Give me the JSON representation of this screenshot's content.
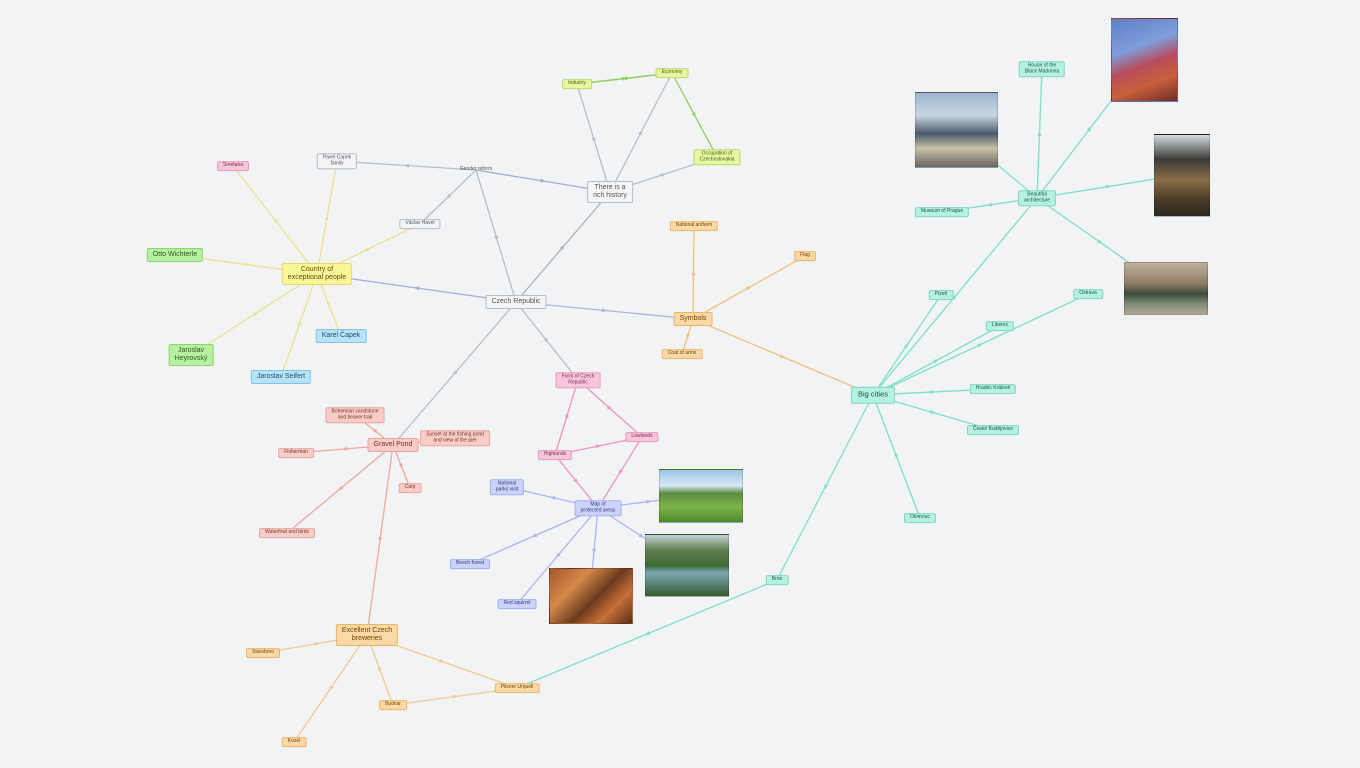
{
  "nodes": [
    {
      "id": "czech",
      "label": "Czech Republic",
      "color": "gray",
      "size": "big"
    },
    {
      "id": "history",
      "label": "There is a\nrich history",
      "color": "gray",
      "size": "big"
    },
    {
      "id": "country",
      "label": "Country of\nexceptional people",
      "color": "yellow",
      "size": "big"
    },
    {
      "id": "symbols",
      "label": "Symbols",
      "color": "orange",
      "size": "big"
    },
    {
      "id": "bigcities",
      "label": "Big cities",
      "color": "teal",
      "size": "hub"
    },
    {
      "id": "beautiful",
      "label": "Beautiful\narchitecture",
      "color": "teal",
      "size": "normal"
    },
    {
      "id": "gravel",
      "label": "Gravel Pond",
      "color": "salmon",
      "size": "big"
    },
    {
      "id": "breweries",
      "label": "Excellent Czech\nbreweries",
      "color": "orange",
      "size": "big"
    },
    {
      "id": "forms",
      "label": "Form of Czech\nRepublic",
      "color": "pink",
      "size": "normal"
    },
    {
      "id": "protected",
      "label": "Map of\nprotected areas",
      "color": "periw",
      "size": "normal"
    },
    {
      "id": "economy",
      "label": "Economy",
      "color": "lime",
      "size": "normal"
    },
    {
      "id": "industry",
      "label": "Industry",
      "color": "lime",
      "size": "normal"
    },
    {
      "id": "occupation",
      "label": "Occupation of\nCzechoslovakia",
      "color": "lime",
      "size": "normal"
    },
    {
      "id": "gender",
      "label": "Gender reform",
      "color": "plain",
      "size": "normal"
    },
    {
      "id": "capek_family",
      "label": "Pavel Capek\nfamily",
      "color": "gray",
      "size": "normal"
    },
    {
      "id": "havel",
      "label": "Václav Havel",
      "color": "gray",
      "size": "normal"
    },
    {
      "id": "smetana",
      "label": "Smetana",
      "color": "pink",
      "size": "normal"
    },
    {
      "id": "wichterle",
      "label": "Otto Wichterle",
      "color": "green",
      "size": "big"
    },
    {
      "id": "heyrovsky",
      "label": "Jaroslav\nHeyrovský",
      "color": "green",
      "size": "big"
    },
    {
      "id": "capek",
      "label": "Karel Čapek",
      "color": "blue",
      "size": "big"
    },
    {
      "id": "seifert",
      "label": "Jaroslav Seifert",
      "color": "blue",
      "size": "big"
    },
    {
      "id": "national",
      "label": "National anthem",
      "color": "orange",
      "size": "normal"
    },
    {
      "id": "flag",
      "label": "Flag",
      "color": "orange",
      "size": "normal"
    },
    {
      "id": "coat",
      "label": "Coat of arms",
      "color": "orange",
      "size": "normal"
    },
    {
      "id": "house_dance",
      "label": "House of the\nBlack Madonna",
      "color": "teal",
      "size": "normal"
    },
    {
      "id": "museum",
      "label": "Museum of Prague",
      "color": "teal",
      "size": "normal"
    },
    {
      "id": "ostrava",
      "label": "Ostrava",
      "color": "teal",
      "size": "normal"
    },
    {
      "id": "plzen",
      "label": "Plzeň",
      "color": "teal",
      "size": "normal"
    },
    {
      "id": "hradec",
      "label": "Hradec Králové",
      "color": "teal",
      "size": "normal"
    },
    {
      "id": "ceske",
      "label": "České Budějovice",
      "color": "teal",
      "size": "normal"
    },
    {
      "id": "liberec",
      "label": "Liberec",
      "color": "teal",
      "size": "normal"
    },
    {
      "id": "olomouc",
      "label": "Olomouc",
      "color": "teal",
      "size": "normal"
    },
    {
      "id": "brno",
      "label": "Brno",
      "color": "teal",
      "size": "normal"
    },
    {
      "id": "pilsner",
      "label": "Pilsner Urquell",
      "color": "orange",
      "size": "normal"
    },
    {
      "id": "starobrno",
      "label": "Starobrno",
      "color": "orange",
      "size": "normal"
    },
    {
      "id": "budvar",
      "label": "Budvar",
      "color": "orange",
      "size": "normal"
    },
    {
      "id": "kozel",
      "label": "Kozel",
      "color": "orange",
      "size": "normal"
    },
    {
      "id": "bohemian",
      "label": "Bohemian sandstone\nand beaver trail",
      "color": "salmon",
      "size": "normal"
    },
    {
      "id": "sunset",
      "label": "Sunset at the fishing pond\nand view of the pier",
      "color": "salmon",
      "size": "normal"
    },
    {
      "id": "fisherman",
      "label": "Fisherman",
      "color": "salmon",
      "size": "normal"
    },
    {
      "id": "carp",
      "label": "Carp",
      "color": "salmon",
      "size": "normal"
    },
    {
      "id": "waterfowl",
      "label": "Waterfowl and birds",
      "color": "salmon",
      "size": "normal"
    },
    {
      "id": "highlands",
      "label": "Highlands",
      "color": "pink",
      "size": "normal"
    },
    {
      "id": "lowlands",
      "label": "Lowlands",
      "color": "pink",
      "size": "normal"
    },
    {
      "id": "national_parks",
      "label": "National\nparks visit",
      "color": "periw",
      "size": "normal"
    },
    {
      "id": "beech",
      "label": "Beech forest",
      "color": "periw",
      "size": "normal"
    },
    {
      "id": "red_squirrel",
      "label": "Red squirrel",
      "color": "periw",
      "size": "normal"
    }
  ],
  "edges": [
    {
      "from": "czech",
      "to": "history",
      "color": "#a9b0c2"
    },
    {
      "from": "czech",
      "to": "gender",
      "color": "#b8bdc9"
    },
    {
      "from": "czech",
      "to": "country",
      "color": "#a7a9d9"
    },
    {
      "from": "czech",
      "to": "symbols",
      "color": "#b3b0e0"
    },
    {
      "from": "czech",
      "to": "gravel",
      "color": "#b8bdc9"
    },
    {
      "from": "czech",
      "to": "forms",
      "color": "#b8bdc9"
    },
    {
      "from": "gender",
      "to": "history",
      "color": "#a7a9d9"
    },
    {
      "from": "gender",
      "to": "capek_family",
      "color": "#b8bdc9"
    },
    {
      "from": "gender",
      "to": "havel",
      "color": "#b8bdc9"
    },
    {
      "from": "history",
      "to": "economy",
      "color": "#b8bdc9"
    },
    {
      "from": "history",
      "to": "industry",
      "color": "#b8bdc9"
    },
    {
      "from": "history",
      "to": "occupation",
      "color": "#b8bdc9"
    },
    {
      "from": "economy",
      "to": "industry",
      "color": "#8cd05f"
    },
    {
      "from": "industry",
      "to": "economy",
      "color": "#8cd05f"
    },
    {
      "from": "economy",
      "to": "occupation",
      "color": "#8cd05f"
    },
    {
      "from": "country",
      "to": "smetana",
      "color": "#ece28a"
    },
    {
      "from": "country",
      "to": "capek_family",
      "color": "#ece28a"
    },
    {
      "from": "country",
      "to": "havel",
      "color": "#ece28a"
    },
    {
      "from": "country",
      "to": "wichterle",
      "color": "#ece28a"
    },
    {
      "from": "country",
      "to": "heyrovsky",
      "color": "#ece28a"
    },
    {
      "from": "country",
      "to": "capek",
      "color": "#ece28a"
    },
    {
      "from": "country",
      "to": "seifert",
      "color": "#ece28a"
    },
    {
      "from": "symbols",
      "to": "national",
      "color": "#f2c07c"
    },
    {
      "from": "symbols",
      "to": "flag",
      "color": "#f2c07c"
    },
    {
      "from": "symbols",
      "to": "coat",
      "color": "#f2c07c"
    },
    {
      "from": "symbols",
      "to": "bigcities",
      "color": "#f2c07c"
    },
    {
      "from": "bigcities",
      "to": "beautiful",
      "color": "#7ee0c3"
    },
    {
      "from": "bigcities",
      "to": "ostrava",
      "color": "#7ee0c3"
    },
    {
      "from": "bigcities",
      "to": "plzen",
      "color": "#7ee0c3"
    },
    {
      "from": "bigcities",
      "to": "hradec",
      "color": "#7ee0c3"
    },
    {
      "from": "bigcities",
      "to": "ceske",
      "color": "#7ee0c3"
    },
    {
      "from": "bigcities",
      "to": "liberec",
      "color": "#7ee0c3"
    },
    {
      "from": "bigcities",
      "to": "olomouc",
      "color": "#7ee0c3"
    },
    {
      "from": "bigcities",
      "to": "brno",
      "color": "#7ee0c3"
    },
    {
      "from": "beautiful",
      "to": "house_dance",
      "color": "#7ee0c3"
    },
    {
      "from": "beautiful",
      "to": "museum",
      "color": "#7ee0c3"
    },
    {
      "from": "beautiful",
      "to": "photo_dance",
      "color": "#7ee0c3"
    },
    {
      "from": "beautiful",
      "to": "photo_building",
      "color": "#7ee0c3"
    },
    {
      "from": "beautiful",
      "to": "photo_interior",
      "color": "#7ee0c3"
    },
    {
      "from": "beautiful",
      "to": "photo_stadium",
      "color": "#7ee0c3"
    },
    {
      "from": "brno",
      "to": "pilsner",
      "color": "#7ee0c3"
    },
    {
      "from": "gravel",
      "to": "bohemian",
      "color": "#f0a79c"
    },
    {
      "from": "gravel",
      "to": "sunset",
      "color": "#f0a79c"
    },
    {
      "from": "gravel",
      "to": "fisherman",
      "color": "#f0a79c"
    },
    {
      "from": "gravel",
      "to": "carp",
      "color": "#f0a79c"
    },
    {
      "from": "gravel",
      "to": "waterfowl",
      "color": "#f0a79c"
    },
    {
      "from": "gravel",
      "to": "breweries",
      "color": "#f0a79c"
    },
    {
      "from": "breweries",
      "to": "starobrno",
      "color": "#f2c98f"
    },
    {
      "from": "breweries",
      "to": "budvar",
      "color": "#f2c98f"
    },
    {
      "from": "breweries",
      "to": "kozel",
      "color": "#f2c98f"
    },
    {
      "from": "breweries",
      "to": "pilsner",
      "color": "#f2c98f"
    },
    {
      "from": "budvar",
      "to": "pilsner",
      "color": "#f2c98f"
    },
    {
      "from": "forms",
      "to": "highlands",
      "color": "#ee94bb"
    },
    {
      "from": "forms",
      "to": "lowlands",
      "color": "#ee94bb"
    },
    {
      "from": "highlands",
      "to": "lowlands",
      "color": "#ee94bb"
    },
    {
      "from": "highlands",
      "to": "protected",
      "color": "#ee94bb"
    },
    {
      "from": "lowlands",
      "to": "protected",
      "color": "#ee94bb"
    },
    {
      "from": "protected",
      "to": "national_parks",
      "color": "#aab4f2"
    },
    {
      "from": "protected",
      "to": "beech",
      "color": "#aab4f2"
    },
    {
      "from": "protected",
      "to": "red_squirrel",
      "color": "#aab4f2"
    },
    {
      "from": "protected",
      "to": "photo_meadow",
      "color": "#aab4f2"
    },
    {
      "from": "protected",
      "to": "photo_river",
      "color": "#aab4f2"
    },
    {
      "from": "protected",
      "to": "photo_forest",
      "color": "#aab4f2"
    }
  ],
  "photos": [
    {
      "id": "photo_dance",
      "kind": "dancing-house-photo"
    },
    {
      "id": "photo_building",
      "kind": "glass-building-photo"
    },
    {
      "id": "photo_interior",
      "kind": "interior-atrium-photo"
    },
    {
      "id": "photo_stadium",
      "kind": "stadium-aerial-photo"
    },
    {
      "id": "photo_meadow",
      "kind": "green-meadow-photo"
    },
    {
      "id": "photo_river",
      "kind": "river-valley-photo"
    },
    {
      "id": "photo_forest",
      "kind": "autumn-forest-photo"
    }
  ]
}
